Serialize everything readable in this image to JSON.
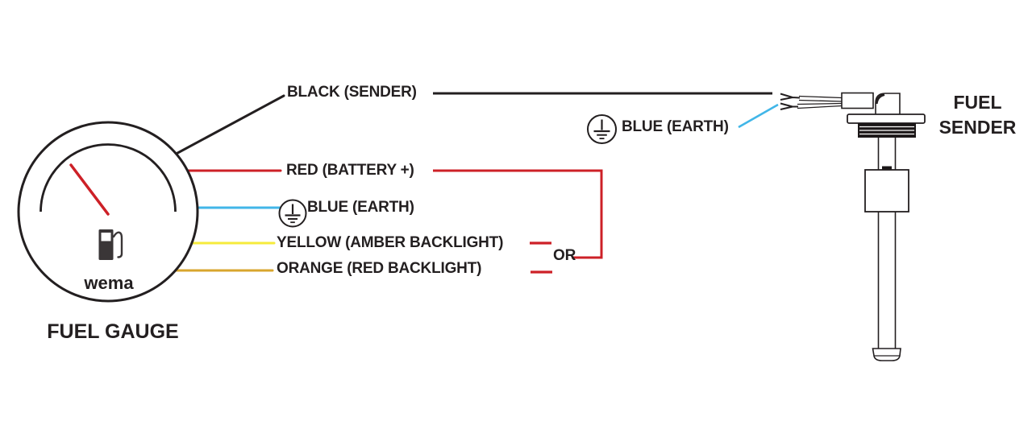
{
  "colors": {
    "line": "#231f20",
    "red": "#cd2027",
    "blue": "#41b6e8",
    "yellow": "#f6eb3b",
    "orange": "#d8a62e",
    "icon_dark": "#3a3637"
  },
  "gauge": {
    "brand": "wema",
    "caption": "FUEL GAUGE"
  },
  "sender": {
    "caption_line1": "FUEL",
    "caption_line2": "SENDER"
  },
  "labels": {
    "black": "BLACK (SENDER)",
    "red": "RED (BATTERY +)",
    "blue_gauge": "BLUE (EARTH)",
    "yellow": "YELLOW (AMBER BACKLIGHT)",
    "orange": "ORANGE (RED BACKLIGHT)",
    "or": "OR",
    "blue_sender": "BLUE (EARTH)"
  }
}
